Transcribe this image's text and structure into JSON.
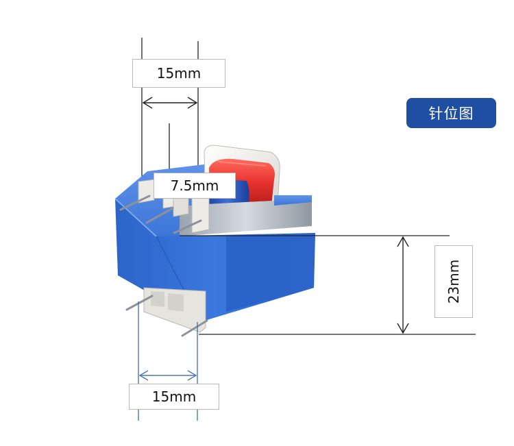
{
  "labels": {
    "top_pitch": "15mm",
    "middle_pitch": "7.5mm",
    "bottom_pitch": "15mm",
    "height": "23mm"
  },
  "pin_diagram_button": "针位图",
  "colors": {
    "housing_blue": "#2f6ed8",
    "coil_red": "#e8332f",
    "button_blue": "#1f4fa3",
    "dim_line_blue": "#4a74b8"
  }
}
